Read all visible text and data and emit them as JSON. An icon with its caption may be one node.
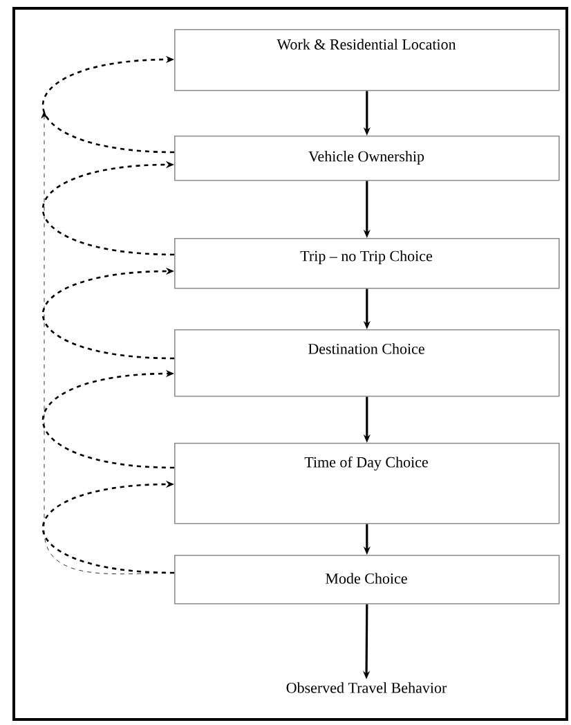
{
  "diagram": {
    "nodes": [
      {
        "text": [
          "Work & Residential Location"
        ]
      },
      {
        "text": [
          "Vehicle Ownership"
        ]
      },
      {
        "text": [
          "Trip – no Trip Choice"
        ]
      },
      {
        "text": [
          "Destination Choice"
        ]
      },
      {
        "text": [
          "Time of Day Choice"
        ]
      },
      {
        "text": [
          "Mode Choice"
        ]
      },
      {
        "text": [
          "Observed Travel Behavior"
        ]
      }
    ],
    "edges": [
      {
        "from": 0,
        "to": 1,
        "arrow": "to"
      },
      {
        "from": 1,
        "to": 2,
        "arrow": "to"
      },
      {
        "from": 2,
        "to": 3,
        "arrow": "to"
      },
      {
        "from": 3,
        "to": 4,
        "arrow": "to"
      },
      {
        "from": 4,
        "to": 5,
        "arrow": "to"
      },
      {
        "from": 5,
        "to": 6,
        "arrow": "to"
      },
      {
        "from": 1,
        "to": 0,
        "arrow": "to",
        "style": "dashed"
      },
      {
        "from": 2,
        "to": 1,
        "arrow": "to",
        "style": "dashed"
      },
      {
        "from": 3,
        "to": 2,
        "arrow": "to",
        "style": "dashed"
      },
      {
        "from": 4,
        "to": 3,
        "arrow": "to",
        "style": "dashed"
      },
      {
        "from": 5,
        "to": 4,
        "arrow": "to",
        "style": "dashed"
      },
      {
        "from": 5,
        "to": null,
        "arrow": "to",
        "style": "dashed"
      }
    ]
  }
}
